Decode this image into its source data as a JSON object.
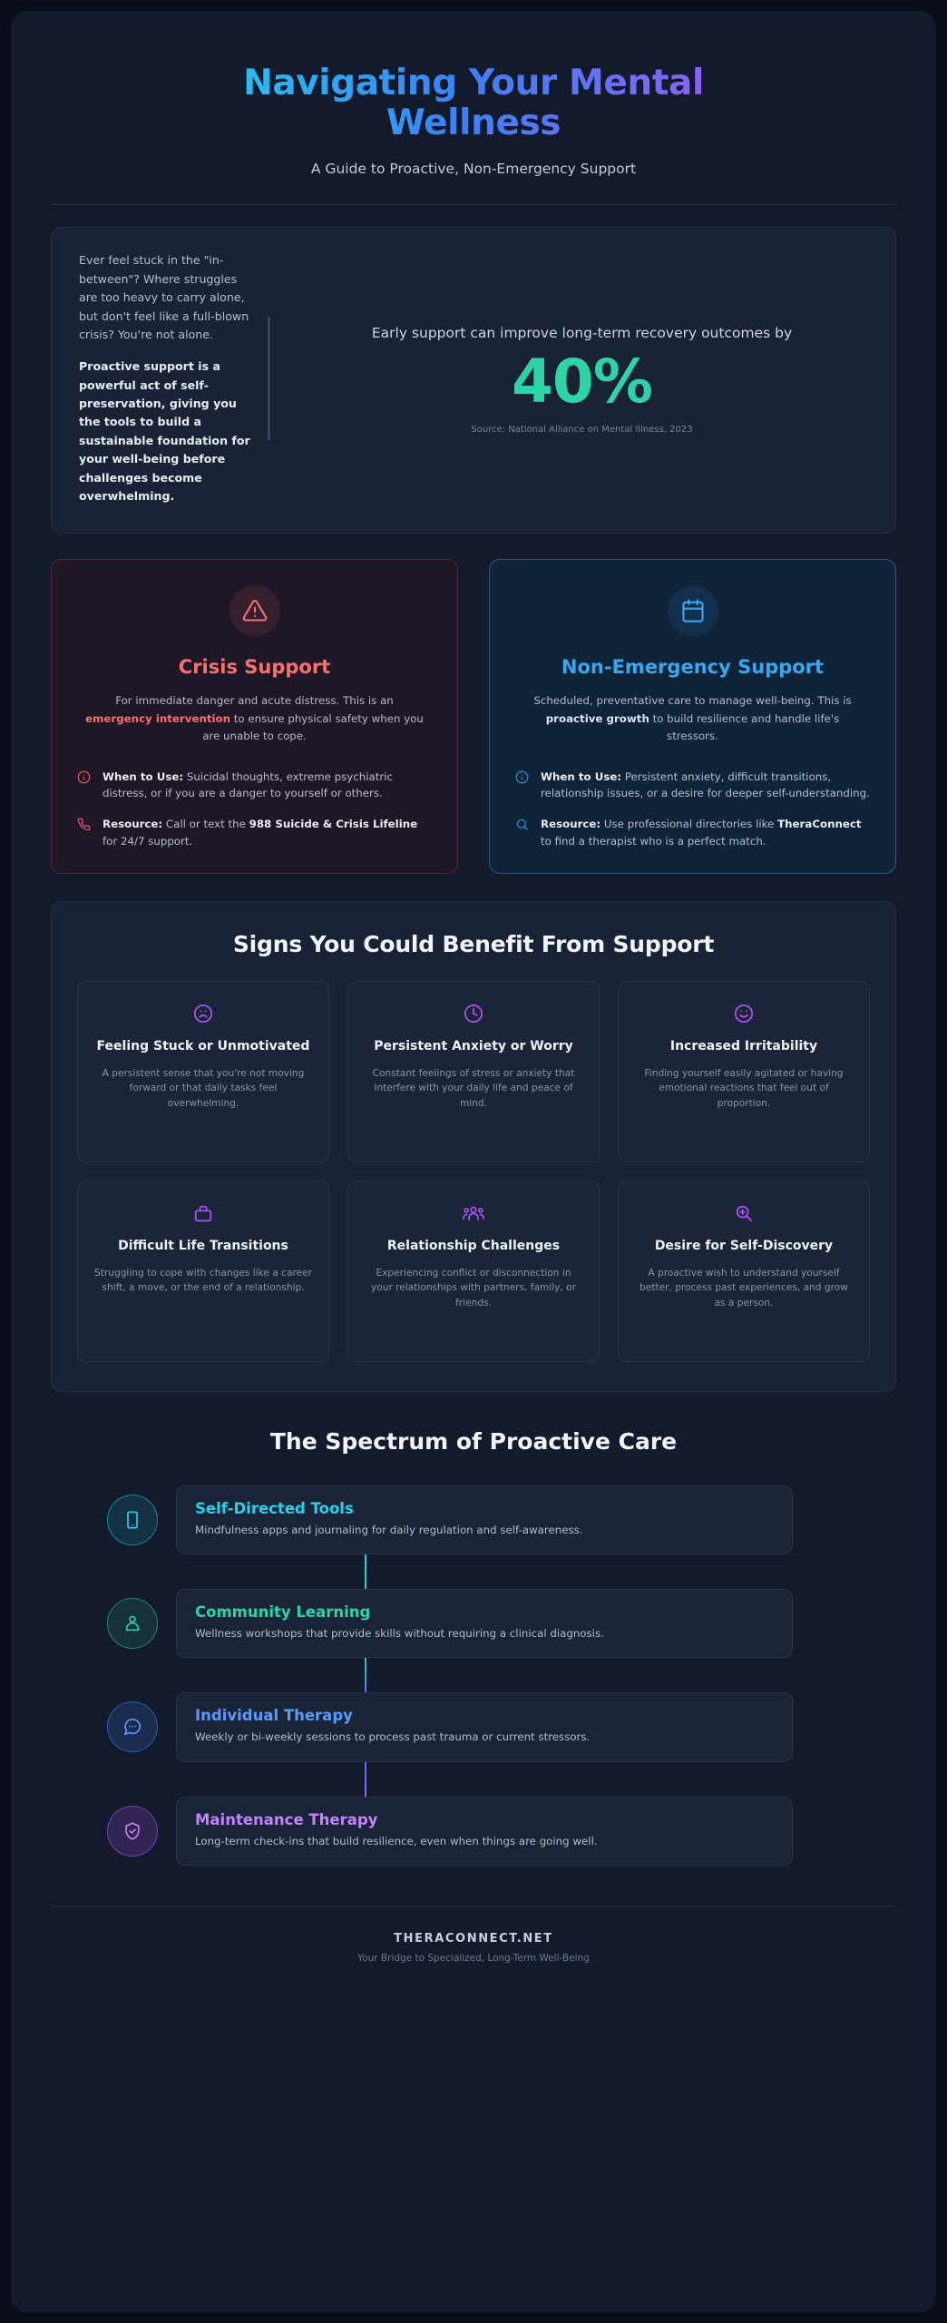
{
  "header": {
    "title": "Navigating Your Mental Wellness",
    "subtitle": "A Guide to Proactive, Non-Emergency Support"
  },
  "intro": {
    "lead": "Ever feel stuck in the \"in-between\"? Where struggles are too heavy to carry alone, but don't feel like a full-blown crisis? You're not alone.",
    "bold": "Proactive support is a powerful act of self-preservation, giving you the tools to build a sustainable foundation for your well-being before challenges become overwhelming.",
    "stat_label": "Early support can improve long-term recovery outcomes by",
    "stat_number": "40%",
    "stat_source": "Source: National Alliance on Mental Illness, 2023",
    "stat_color": "#2dd4a7"
  },
  "support": {
    "crisis": {
      "icon": "warning-triangle-icon",
      "title": "Crisis Support",
      "desc_before": "For immediate danger and acute distress. This is an ",
      "desc_bold": "emergency intervention",
      "desc_after": " to ensure physical safety when you are unable to cope.",
      "accent": "#f87171",
      "bullets": [
        {
          "icon": "info-circle-icon",
          "label": "When to Use:",
          "text": " Suicidal thoughts, extreme psychiatric distress, or if you are a danger to yourself or others."
        },
        {
          "icon": "phone-icon",
          "label": "Resource:",
          "text": " Call or text the ",
          "strong": "988 Suicide & Crisis Lifeline",
          "text_after": " for 24/7 support."
        }
      ]
    },
    "nonemergency": {
      "icon": "calendar-icon",
      "title": "Non-Emergency Support",
      "desc_before": "Scheduled, preventative care to manage well-being. This is ",
      "desc_bold": "proactive growth",
      "desc_after": " to build resilience and handle life's stressors.",
      "accent": "#38a8f0",
      "bullets": [
        {
          "icon": "info-circle-icon",
          "label": "When to Use:",
          "text": " Persistent anxiety, difficult transitions, relationship issues, or a desire for deeper self-understanding."
        },
        {
          "icon": "search-icon",
          "label": "Resource:",
          "text": " Use professional directories like ",
          "strong": "TheraConnect",
          "text_after": " to find a therapist who is a perfect match."
        }
      ]
    }
  },
  "signs": {
    "heading": "Signs You Could Benefit From Support",
    "accent": "#a855f7",
    "items": [
      {
        "icon": "frowning-face-icon",
        "title": "Feeling Stuck or Unmotivated",
        "desc": "A persistent sense that you're not moving forward or that daily tasks feel overwhelming."
      },
      {
        "icon": "clock-icon",
        "title": "Persistent Anxiety or Worry",
        "desc": "Constant feelings of stress or anxiety that interfere with your daily life and peace of mind."
      },
      {
        "icon": "smiley-face-icon",
        "title": "Increased Irritability",
        "desc": "Finding yourself easily agitated or having emotional reactions that feel out of proportion."
      },
      {
        "icon": "briefcase-icon",
        "title": "Difficult Life Transitions",
        "desc": "Struggling to cope with changes like a career shift, a move, or the end of a relationship."
      },
      {
        "icon": "users-group-icon",
        "title": "Relationship Challenges",
        "desc": "Experiencing conflict or disconnection in your relationships with partners, family, or friends."
      },
      {
        "icon": "magnifier-plus-icon",
        "title": "Desire for Self-Discovery",
        "desc": "A proactive wish to understand yourself better, process past experiences, and grow as a person."
      }
    ]
  },
  "spectrum": {
    "heading": "The Spectrum of Proactive Care",
    "steps": [
      {
        "icon": "smartphone-icon",
        "title": "Self-Directed Tools",
        "desc": "Mindfulness apps and journaling for daily regulation and self-awareness.",
        "color": "#22d3ee"
      },
      {
        "icon": "person-group-icon",
        "title": "Community Learning",
        "desc": "Wellness workshops that provide skills without requiring a clinical diagnosis.",
        "color": "#2dd4a7"
      },
      {
        "icon": "chat-bubble-icon",
        "title": "Individual Therapy",
        "desc": "Weekly or bi-weekly sessions to process past trauma or current stressors.",
        "color": "#3b82f6"
      },
      {
        "icon": "shield-check-icon",
        "title": "Maintenance Therapy",
        "desc": "Long-term check-ins that build resilience, even when things are going well.",
        "color": "#a855f7"
      }
    ]
  },
  "footer": {
    "brand": "THERACONNECT.NET",
    "tagline": "Your Bridge to Specialized, Long-Term Well-Being"
  }
}
